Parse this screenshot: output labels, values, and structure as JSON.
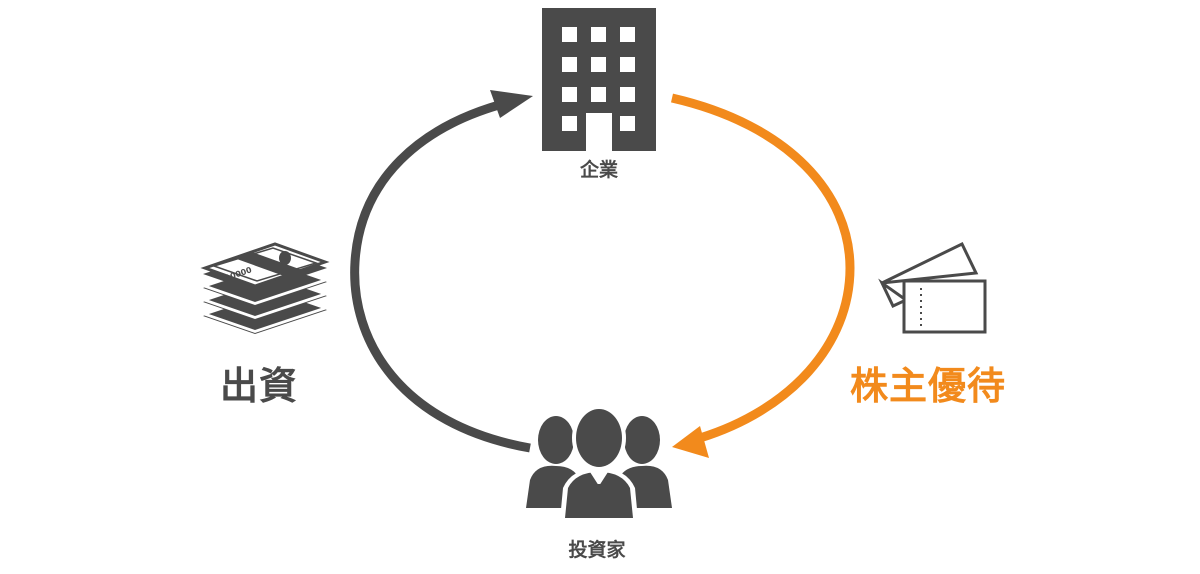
{
  "nodes": {
    "company": {
      "label": "企業"
    },
    "investor": {
      "label": "投資家"
    }
  },
  "flows": {
    "investment": {
      "label": "出資",
      "color": "#4a4a4a"
    },
    "benefit": {
      "label": "株主優待",
      "color": "#f28a1c"
    }
  },
  "icons": {
    "company": "office-building-icon",
    "investor": "businesspeople-group-icon",
    "investment": "banknote-stack-icon",
    "benefit": "voucher-tickets-icon"
  },
  "banknote": {
    "denomination": "10000"
  },
  "colors": {
    "dark": "#4a4a4a",
    "accent": "#f28a1c",
    "background": "#ffffff"
  }
}
